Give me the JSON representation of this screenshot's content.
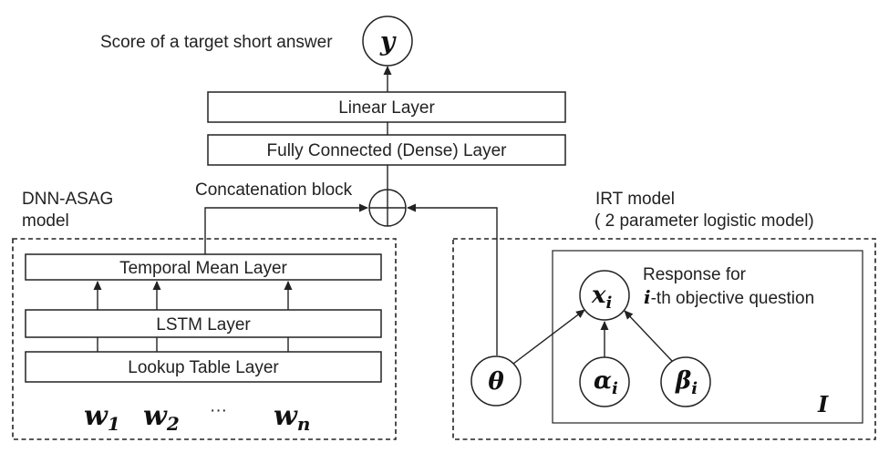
{
  "output": {
    "caption": "Score of a target short answer",
    "symbol": "y"
  },
  "layers": {
    "linear": "Linear Layer",
    "dense": "Fully Connected (Dense) Layer",
    "temporal_mean": "Temporal Mean Layer",
    "lstm": "LSTM Layer",
    "lookup": "Lookup Table Layer"
  },
  "concatenation": {
    "label": "Concatenation block",
    "symbol": "+"
  },
  "dnn_asag": {
    "title_line1": "DNN-ASAG",
    "title_line2": "model",
    "words": [
      {
        "base": "w",
        "sub": "1"
      },
      {
        "base": "w",
        "sub": "2"
      },
      {
        "ellipsis": "···"
      },
      {
        "base": "w",
        "sub": "n"
      }
    ]
  },
  "irt": {
    "title_line1": "IRT model",
    "title_line2": "( 2 parameter logistic model)",
    "theta": "θ",
    "response_line1": "Response for",
    "response_line2_symbol": "i",
    "response_line2_text": "-th objective question",
    "x_node": {
      "base": "x",
      "sub": "i"
    },
    "alpha_node": {
      "base": "α",
      "sub": "i"
    },
    "beta_node": {
      "base": "β",
      "sub": "i"
    },
    "plate_label": "I"
  }
}
